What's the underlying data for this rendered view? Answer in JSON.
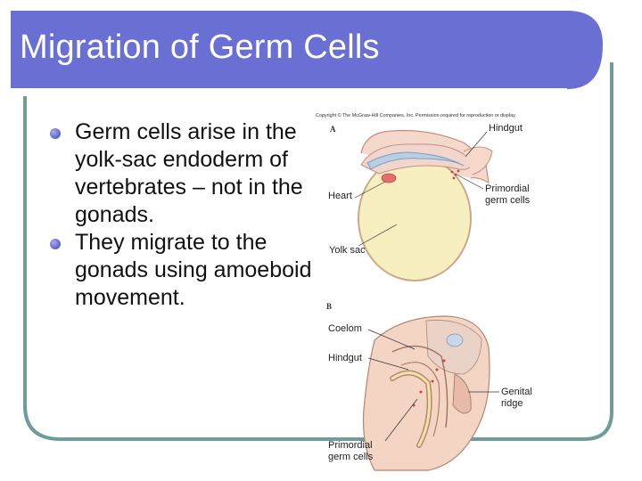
{
  "slide": {
    "title": "Migration of Germ Cells",
    "bullets": [
      "Germ cells arise in the yolk-sac endoderm of vertebrates – not in the gonads.",
      "They migrate to the gonads using amoeboid movement."
    ]
  },
  "figure": {
    "copyright": "Copyright © The McGraw-Hill Companies, Inc. Permission required for reproduction or display.",
    "panel_a": {
      "letter": "A",
      "labels": {
        "hindgut": "Hindgut",
        "primordial": "Primordial germ cells",
        "heart": "Heart",
        "yolk_sac": "Yolk sac"
      }
    },
    "panel_b": {
      "letter": "B",
      "labels": {
        "coelom": "Coelom",
        "hindgut": "Hindgut",
        "genital": "Genital ridge",
        "primordial": "Primordial germ cells"
      }
    }
  },
  "theme": {
    "accent": "#6a6fd4",
    "border": "#6f9c9a",
    "text": "#111111"
  }
}
